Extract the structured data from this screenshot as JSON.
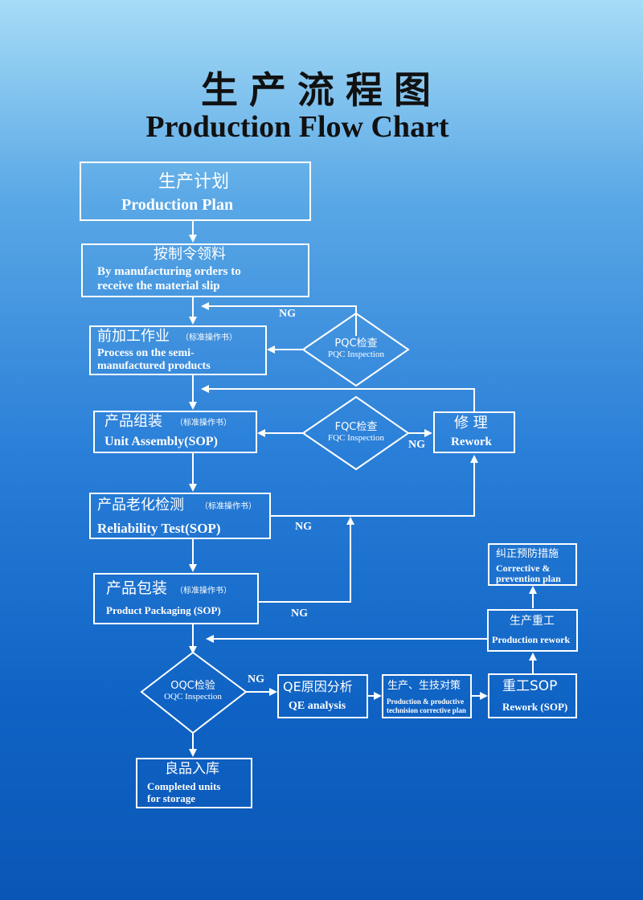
{
  "title": {
    "cn": "生产流程图",
    "en": "Production Flow Chart"
  },
  "steps": {
    "plan": {
      "cn": "生产计划",
      "en": "Production Plan"
    },
    "material": {
      "cn": "按制令领料",
      "en1": "By manufacturing orders to",
      "en2": "receive the material slip"
    },
    "preprocess": {
      "cn": "前加工作业",
      "note": "（标准操作书）",
      "en1": "Process on the semi-",
      "en2": "manufactured products"
    },
    "assembly": {
      "cn": "产品组装",
      "note": "（标准操作书）",
      "en": "Unit Assembly(SOP)"
    },
    "aging": {
      "cn": "产品老化检测",
      "note": "（标准操作书）",
      "en": "Reliability Test(SOP)"
    },
    "packaging": {
      "cn": "产品包装",
      "note": "（标准操作书）",
      "en": "Product Packaging (SOP)"
    },
    "storage": {
      "cn": "良品入库",
      "en1": "Completed units",
      "en2": "for storage"
    },
    "rework": {
      "cn": "修 理",
      "en": "Rework"
    },
    "qe": {
      "cn": "QE原因分析",
      "en": "QE analysis"
    },
    "tech": {
      "cn": "生产、生技对策",
      "en1": "Production & productive",
      "en2": "technision corrective plan"
    },
    "rework_sop": {
      "cn": "重工SOP",
      "en": "Rework (SOP)"
    },
    "prod_rework": {
      "cn": "生产重工",
      "en": "Production rework"
    },
    "corrective": {
      "cn": "纠正预防措施",
      "en1": "Corrective &",
      "en2": "prevention plan"
    }
  },
  "decisions": {
    "pqc": {
      "cn": "PQC检查",
      "en": "PQC Inspection"
    },
    "fqc": {
      "cn": "FQC检查",
      "en": "FQC Inspection"
    },
    "oqc": {
      "cn": "OQC检验",
      "en": "OQC Inspection"
    }
  },
  "ng_label": "NG"
}
